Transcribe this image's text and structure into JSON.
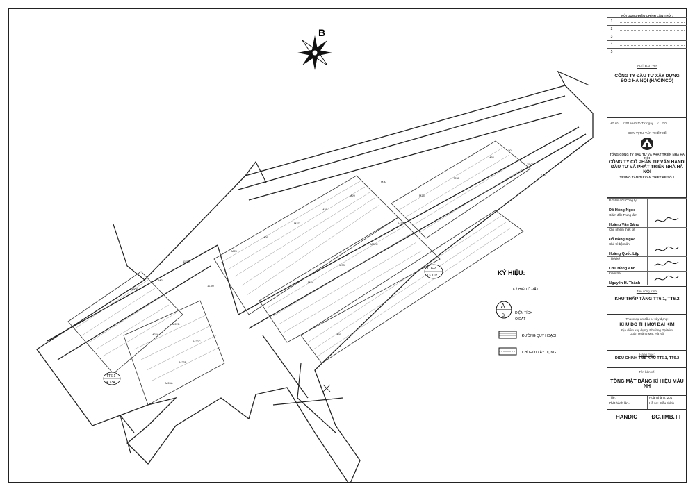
{
  "revisions": {
    "title": "NỘI DUNG ĐIỀU CHỈNH LẦN THỨ :",
    "rows": [
      "1",
      "2",
      "3",
      "4",
      "5"
    ]
  },
  "owner": {
    "label": "CHỦ ĐẦU TƯ",
    "name": "CÔNG TY ĐẦU TƯ XÂY DỰNG SỐ 2 HÀ NỘI (HACINCO)",
    "contract": "HĐ số: ..../2015/HĐ-TVTK ngày ..../..../20"
  },
  "designer": {
    "label": "ĐƠN VỊ TƯ VẤN THIẾT KẾ",
    "parent": "TỔNG CÔNG TY ĐẦU TƯ VÀ PHÁT TRIỂN NHÀ HÀ NỘI",
    "name_line1": "CÔNG TY CỔ PHẦN TƯ VẤN HANDI",
    "name_line2": "ĐẦU TƯ VÀ PHÁT TRIỂN NHÀ HÀ NỘI",
    "center": "TRUNG TÂM TƯ VẤN THIẾT KẾ SỐ 1"
  },
  "signatures": [
    {
      "role": "P.Giám đốc Công ty",
      "name": "Đỗ Hồng Ngọc"
    },
    {
      "role": "Giám đốc Trung tâm",
      "name": "Hoàng Văn Sáng"
    },
    {
      "role": "Chủ nhiệm thiết kế",
      "name": "Đỗ Hồng Ngọc"
    },
    {
      "role": "Chủ trì bộ môn",
      "name": "Hoàng Quốc Lập"
    },
    {
      "role": "Thiết kế",
      "name": "Chu Hồng Anh"
    },
    {
      "role": "Kiểm tra",
      "name": "Nguyễn H. Thành"
    }
  ],
  "project": {
    "label": "Tên công trình:",
    "name": "KHU THẤP TẦNG TT6.1, TT6.2",
    "belongs_label": "Thuộc dự án đầu tư xây dựng:",
    "belongs": "KHU ĐÔ THỊ MỚI ĐẠI KIM",
    "location1": "Địa điểm xây dựng: Phường Đại Kim",
    "location2": "Quận Hoàng Mai, Hà Nội"
  },
  "item": {
    "label": "Hạng mục:",
    "name": "ĐIỀU CHỈNH TMB KHU TT6.1, TT6.2"
  },
  "drawing": {
    "label": "Tên bản vẽ:",
    "name": "TỔNG MẶT BẰNG KÍ HIỆU MẪU NH"
  },
  "footer": {
    "scale": "Tỉ lệ:",
    "done": "Hoàn thành: 201",
    "phase": "Phát hành lần..",
    "file": "Hồ sơ: Điều chỉnh",
    "company": "HANDIC",
    "code": "ĐC.TMB.TT"
  },
  "legend": {
    "title": "KÝ HIỆU:",
    "lot_sym": "KÝ HIỆU Ô ĐẤT",
    "a": "A",
    "b": "B",
    "area": "DIỆN TÍCH",
    "lot": "Ô ĐẤT",
    "planning": "ĐƯỜNG QUY HOẠCH",
    "buildline": "CHỈ GIỚI XÂY DỰNG"
  },
  "plan": {
    "north": "B",
    "tt61": "TT6-1",
    "tt61_area": "4.734",
    "tt62": "TT6-2",
    "tt62_area": "13.102",
    "lots": [
      "M20B",
      "M21",
      "M22A",
      "M22B",
      "M22C",
      "M23B",
      "M24A",
      "M25",
      "M26",
      "M27",
      "M28",
      "M29",
      "M30",
      "M31",
      "M32C",
      "M33",
      "M34",
      "M35",
      "M36",
      "M38",
      "M39"
    ],
    "dims": [
      "11.50",
      "11.50",
      "7.50",
      "15.00",
      "7.50",
      "5.00",
      "6.00"
    ],
    "colors": {
      "line": "#222222",
      "hatch": "#555555"
    }
  }
}
